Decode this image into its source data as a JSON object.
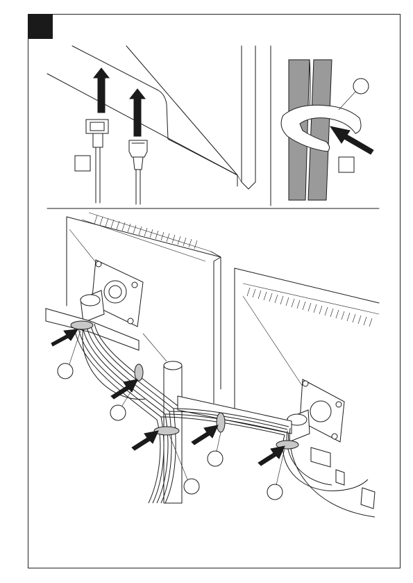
{
  "figure": {
    "step_marker": "",
    "panels": [
      {
        "name": "top-left",
        "content": "monitor-connectors"
      },
      {
        "name": "top-right",
        "content": "cable-clip"
      },
      {
        "name": "bottom",
        "content": "dual-monitor-cable-routing"
      }
    ],
    "colors": {
      "ink": "#1a1a1a",
      "cable_fill": "#9a9a9a",
      "background": "#ffffff"
    }
  }
}
